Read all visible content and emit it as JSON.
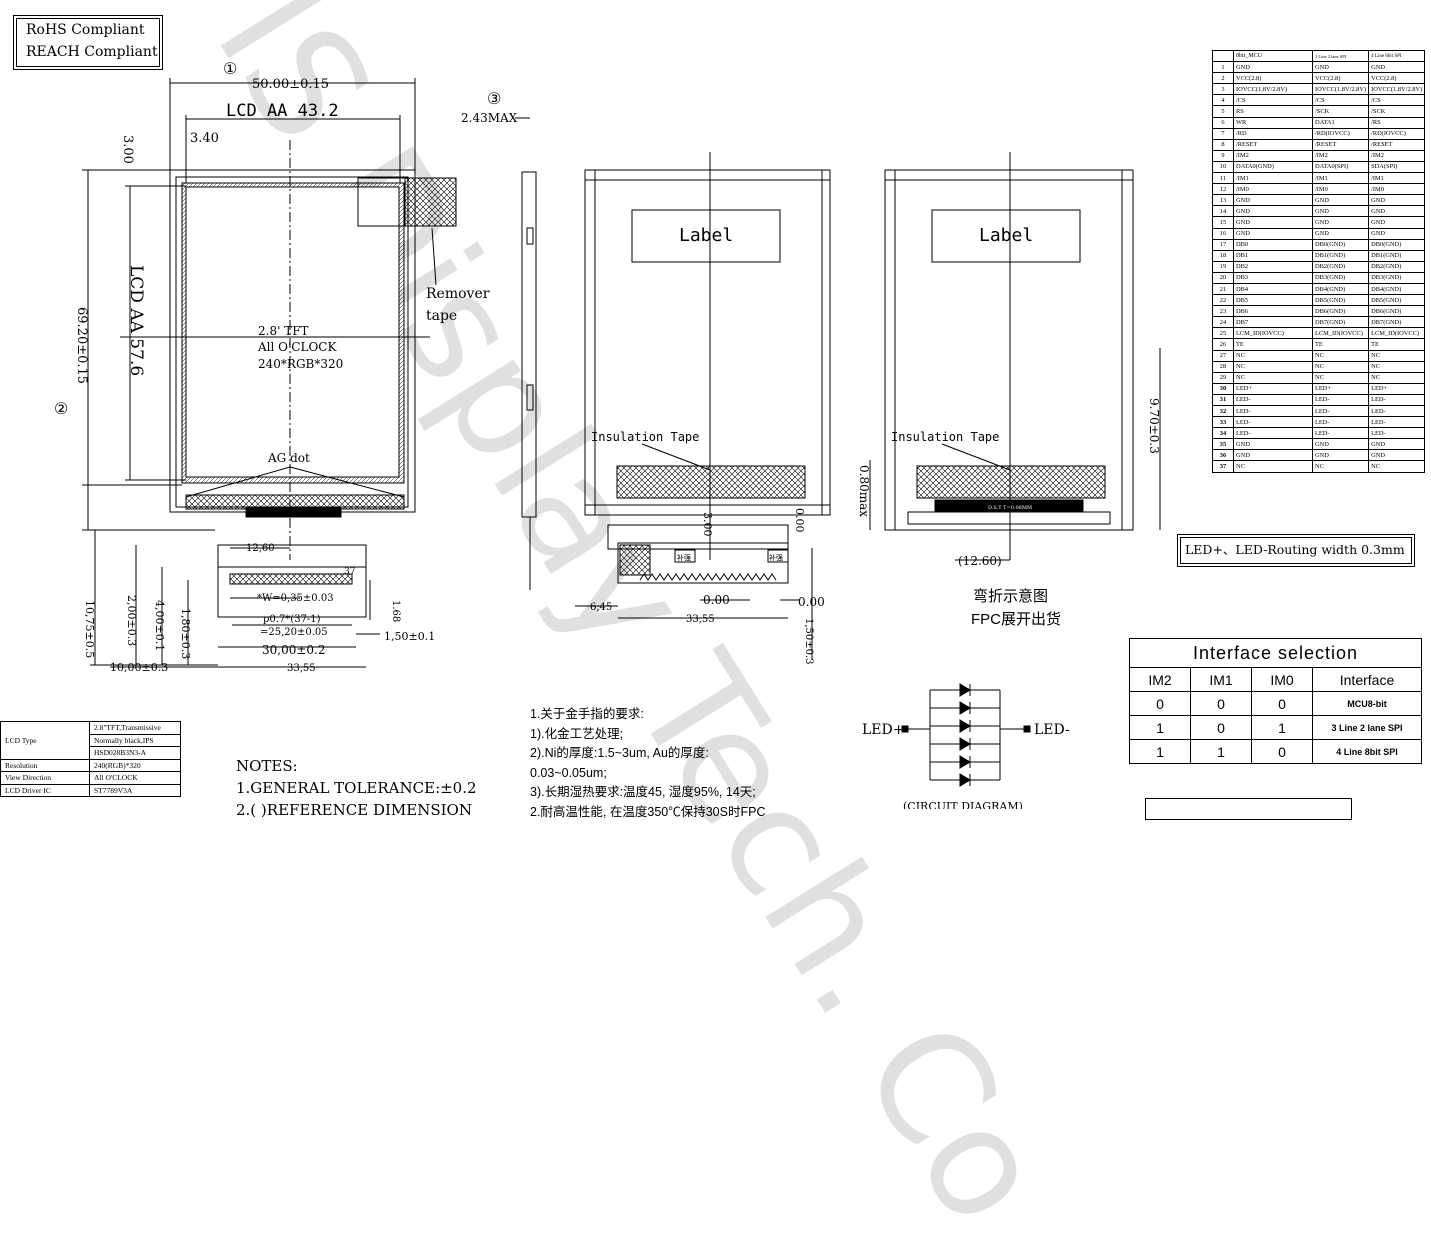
{
  "compliance": {
    "rohs": "RoHS Compliant",
    "reach": "REACH Compliant"
  },
  "watermark": "IS Display Tech. Co",
  "circle_labels": [
    "①",
    "②",
    "③"
  ],
  "front_view": {
    "outline_width": "50.00±0.15",
    "aa_width": "LCD AA 43.2",
    "aa_height": "LCD AA 57.6",
    "outline_height": "69.20±0.15",
    "top_offset": "3.00",
    "left_offset": "3.40",
    "center_text": [
      "2.8' TFT",
      "All O'CLOCK",
      "240*RGB*320"
    ],
    "ag_dot": "AG dot",
    "remover_tape": [
      "Remover",
      "tape"
    ],
    "fpc_label": "D.S.T T=0.08MM",
    "pin_37": "37",
    "dims": {
      "d1260": "12,60",
      "pitch_w": "*W=0,35±0.03",
      "pitch": "p0.7*(37-1)",
      "pitch_total": "=25,20±0.05",
      "w3000": "30,00±0.2",
      "w3355": "33,55",
      "w1000": "10,00±0.3",
      "v1075": "10,75±0.5",
      "v200": "2,00±0.3",
      "v400": "4,00±0.1",
      "v180": "1,80±0.3",
      "v168": "1.68",
      "v150": "1,50±0.1"
    }
  },
  "side_view": {
    "thickness": "2.43MAX"
  },
  "back_view": {
    "label": "Label",
    "insulation": "Insulation Tape",
    "d300": "3.00",
    "d000a": "0.00",
    "d000b": "0.00",
    "d000c": "0.00",
    "d645": "6,45",
    "d3355": "33,55",
    "d150": "1,50±0.3",
    "stiff": "补强"
  },
  "bent_view": {
    "label": "Label",
    "insulation": "Insulation Tape",
    "d080": "0.80max",
    "d970": "9.70±0.3",
    "d1260": "(12.60)",
    "fpc_label": "D.S.T T=0.08MM",
    "caption": [
      "弯折示意图",
      "FPC展开出货"
    ]
  },
  "pin_table": {
    "headers": [
      "",
      "8bit_MCU",
      "3 Line 2 lane SPI",
      "4 Line 8bit SPI"
    ],
    "rows": [
      [
        "1",
        "GND",
        "GND",
        "GND"
      ],
      [
        "2",
        "VCC(2.8)",
        "VCC(2.8)",
        "VCC(2.8)"
      ],
      [
        "3",
        "IOVCC(1.8V/2.8V)",
        "IOVCC(1.8V/2.8V)",
        "IOVCC(1.8V/2.8V)"
      ],
      [
        "4",
        "/CS",
        "/CS",
        "/CS"
      ],
      [
        "5",
        "RS",
        "/SCK",
        "/SCK"
      ],
      [
        "6",
        "WR",
        "DATA1",
        "/RS"
      ],
      [
        "7",
        "/RD",
        "/RD(IOVCC)",
        "/RD(IOVCC)"
      ],
      [
        "8",
        "/RESET",
        "/RESET",
        "/RESET"
      ],
      [
        "9",
        "/IM2",
        "/IM2",
        "/IM2"
      ],
      [
        "10",
        "DATA0(GND)",
        "DATA0(SPI)",
        "SDA(SPI)"
      ],
      [
        "11",
        "/IM1",
        "/IM1",
        "/IM1"
      ],
      [
        "12",
        "/IM0",
        "/IM0",
        "/IM0"
      ],
      [
        "13",
        "GND",
        "GND",
        "GND"
      ],
      [
        "14",
        "GND",
        "GND",
        "GND"
      ],
      [
        "15",
        "GND",
        "GND",
        "GND"
      ],
      [
        "16",
        "GND",
        "GND",
        "GND"
      ],
      [
        "17",
        "DB0",
        "DB0(GND)",
        "DB0(GND)"
      ],
      [
        "18",
        "DB1",
        "DB1(GND)",
        "DB1(GND)"
      ],
      [
        "19",
        "DB2",
        "DB2(GND)",
        "DB2(GND)"
      ],
      [
        "20",
        "DB3",
        "DB3(GND)",
        "DB3(GND)"
      ],
      [
        "21",
        "DB4",
        "DB4(GND)",
        "DB4(GND)"
      ],
      [
        "22",
        "DB5",
        "DB5(GND)",
        "DB5(GND)"
      ],
      [
        "23",
        "DB6",
        "DB6(GND)",
        "DB6(GND)"
      ],
      [
        "24",
        "DB7",
        "DB7(GND)",
        "DB7(GND)"
      ],
      [
        "25",
        "LCM_ID(IOVCC)",
        "LCM_ID(IOVCC)",
        "LCM_ID(IOVCC)"
      ],
      [
        "26",
        "TE",
        "TE",
        "TE"
      ],
      [
        "27",
        "NC",
        "NC",
        "NC"
      ],
      [
        "28",
        "NC",
        "NC",
        "NC"
      ],
      [
        "29",
        "NC",
        "NC",
        "NC"
      ],
      [
        "30",
        "LED+",
        "LED+",
        "LED+"
      ],
      [
        "31",
        "LED-",
        "LED-",
        "LED-"
      ],
      [
        "32",
        "LED-",
        "LED-",
        "LED-"
      ],
      [
        "33",
        "LED-",
        "LED-",
        "LED-"
      ],
      [
        "34",
        "LED-",
        "LED-",
        "LED-"
      ],
      [
        "35",
        "GND",
        "GND",
        "GND"
      ],
      [
        "36",
        "GND",
        "GND",
        "GND"
      ],
      [
        "37",
        "NC",
        "NC",
        "NC"
      ]
    ]
  },
  "routing_note": "LED+、LED-Routing width 0.3mm",
  "interface": {
    "title": "Interface selection",
    "headers": [
      "IM2",
      "IM1",
      "IM0",
      "Interface"
    ],
    "rows": [
      [
        "0",
        "0",
        "0",
        "MCU8-bit"
      ],
      [
        "1",
        "0",
        "1",
        "3 Line 2 lane SPI"
      ],
      [
        "1",
        "1",
        "0",
        "4 Line 8bit SPI"
      ]
    ]
  },
  "circuit": {
    "led_plus": "LED+",
    "led_minus": "LED-",
    "caption": "(CIRCUIT DIAGRAM)"
  },
  "notes": {
    "title": "NOTES:",
    "lines": [
      "1.GENERAL TOLERANCE:±0.2",
      "2.( )REFERENCE DIMENSION"
    ]
  },
  "gold_finger": {
    "lines": [
      "1.关于金手指的要求:",
      "1).化金工艺处理;",
      "2).Ni的厚度:1.5~3um, Au的厚度:",
      "0.03~0.05um;",
      "3).长期湿热要求:温度45, 湿度95%, 14天;",
      "2.耐高温性能, 在温度350℃保持30S时FPC"
    ]
  },
  "lcd_info": [
    [
      "LCD Type",
      "2.8\"TFT,Transmissive"
    ],
    [
      "",
      "Normally black,IPS"
    ],
    [
      "",
      "HSD028B3N3-A"
    ],
    [
      "Resolution",
      "240(RGB)*320"
    ],
    [
      "View Direction",
      "All O'CLOCK"
    ],
    [
      "LCD Driver IC",
      "ST7789V3A"
    ]
  ]
}
